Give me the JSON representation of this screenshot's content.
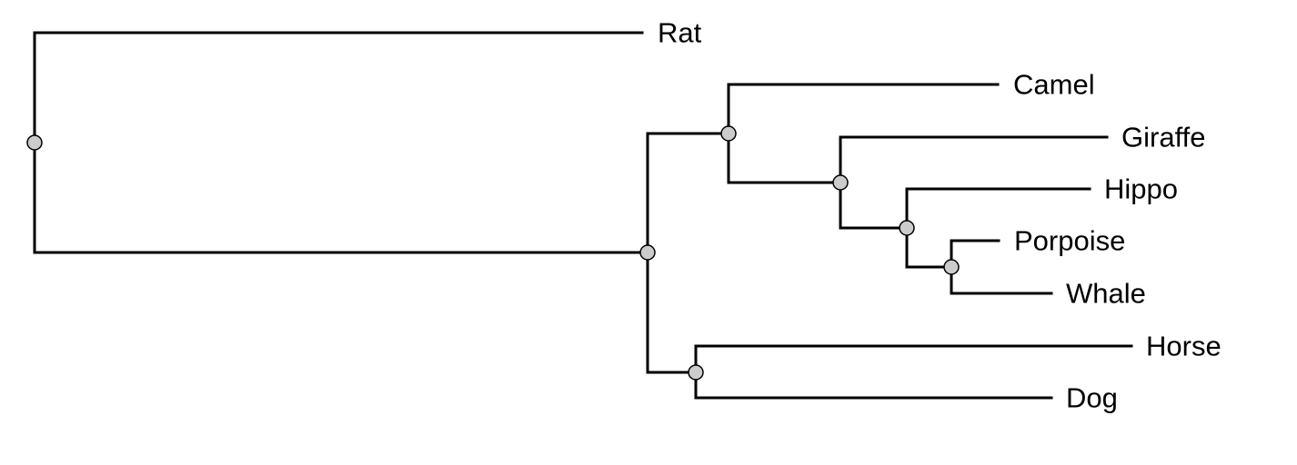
{
  "tree": {
    "leaves": [
      {
        "id": "rat",
        "label": "Rat"
      },
      {
        "id": "camel",
        "label": "Camel"
      },
      {
        "id": "giraffe",
        "label": "Giraffe"
      },
      {
        "id": "hippo",
        "label": "Hippo"
      },
      {
        "id": "porpoise",
        "label": "Porpoise"
      },
      {
        "id": "whale",
        "label": "Whale"
      },
      {
        "id": "horse",
        "label": "Horse"
      },
      {
        "id": "dog",
        "label": "Dog"
      }
    ],
    "newick": "(Rat,((Camel,(Giraffe,(Hippo,(Porpoise,Whale)))),(Horse,Dog)));"
  },
  "colors": {
    "branch": "#000000",
    "node_fill": "#cccccc",
    "background": "#ffffff"
  }
}
